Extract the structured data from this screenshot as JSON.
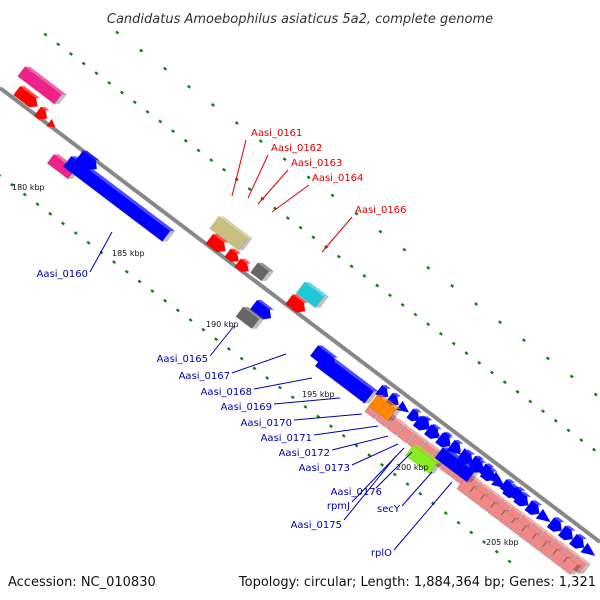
{
  "title": "Candidatus Amoebophilus asiaticus 5a2, complete genome",
  "footer": {
    "accession": "Accession: NC_010830",
    "topology": "Topology: circular; Length: 1,884,364 bp; Genes: 1,321"
  },
  "scale_labels": [
    "180 kbp",
    "185 kbp",
    "190 kbp",
    "195 kbp",
    "200 kbp",
    "205 kbp"
  ],
  "colors": {
    "backbone": "#888888",
    "tick": "#1a7a1a",
    "red": "#ff0000",
    "blue": "#0000ff",
    "magenta": "#ee2288",
    "khaki": "#c8c080",
    "gray": "#666666",
    "cyan": "#22c8d8",
    "orange": "#ff8800",
    "green": "#88ee22",
    "salmon": "#f08888",
    "label_red": "#dd0000",
    "label_blue": "#0000aa"
  },
  "labels_top": [
    {
      "text": "Aasi_0161",
      "color": "red"
    },
    {
      "text": "Aasi_0162",
      "color": "red"
    },
    {
      "text": "Aasi_0163",
      "color": "red"
    },
    {
      "text": "Aasi_0164",
      "color": "red"
    },
    {
      "text": "Aasi_0166",
      "color": "red"
    }
  ],
  "labels_bottom": [
    {
      "text": "Aasi_0160",
      "color": "blue"
    },
    {
      "text": "Aasi_0165",
      "color": "blue"
    },
    {
      "text": "Aasi_0167",
      "color": "blue"
    },
    {
      "text": "Aasi_0168",
      "color": "blue"
    },
    {
      "text": "Aasi_0169",
      "color": "blue"
    },
    {
      "text": "Aasi_0170",
      "color": "blue"
    },
    {
      "text": "Aasi_0171",
      "color": "blue"
    },
    {
      "text": "Aasi_0172",
      "color": "blue"
    },
    {
      "text": "Aasi_0173",
      "color": "blue"
    },
    {
      "text": "Aasi_0176",
      "color": "blue"
    },
    {
      "text": "rpmJ",
      "color": "blue"
    },
    {
      "text": "secY",
      "color": "blue"
    },
    {
      "text": "Aasi_0175",
      "color": "blue"
    },
    {
      "text": "rplO",
      "color": "blue"
    }
  ]
}
